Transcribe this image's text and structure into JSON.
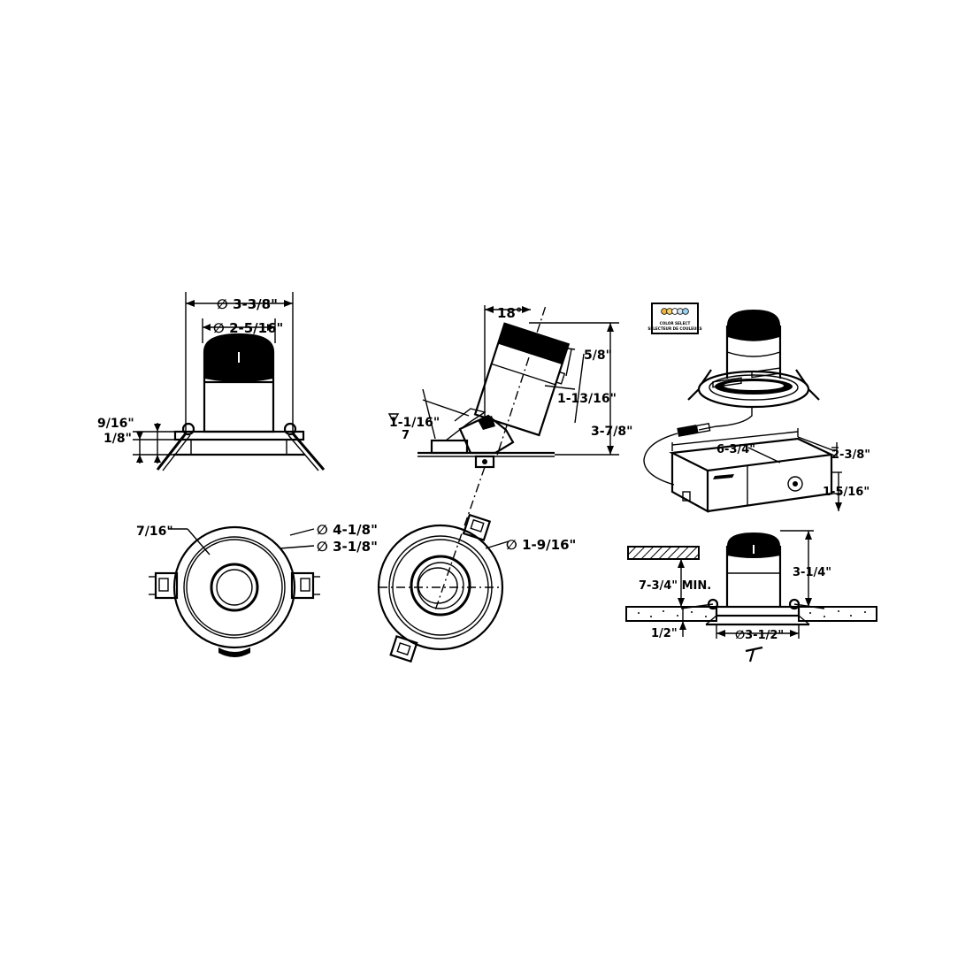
{
  "dimensions": {
    "front_outer_dia": "∅ 3-3/8\"",
    "front_inner_dia": "∅ 2-5/16\"",
    "front_h1": "9/16\"",
    "front_h2": "1/8\"",
    "tilt_angle": "18°",
    "tilt_5_8": "5/8\"",
    "tilt_1_13_16": "1-13/16\"",
    "tilt_3_7_8": "3-7/8\"",
    "tilt_1_1_16": "1-1/16\"",
    "top_7_16": "7/16\"",
    "top_4_1_8": "∅ 4-1/8\"",
    "top_3_1_8": "∅ 3-1/8\"",
    "top2_1_9_16": "∅ 1-9/16\"",
    "jbox_6_3_4": "6-3/4\"",
    "jbox_2_3_8": "2-3/8\"",
    "jbox_1_5_16": "1-5/16\"",
    "inst_3_1_4": "3-1/4\"",
    "inst_7_3_4": "7-3/4\" MIN.",
    "inst_1_2": "1/2\"",
    "inst_3_1_2": "∅3-1/2\""
  },
  "cct_label": {
    "line1": "COLOR SELECT",
    "line2": "SELECTEUR DE COULEURS",
    "swatches": [
      "#f0b43c",
      "#f5d06a",
      "#ffffff",
      "#cfe6f5",
      "#9bd0f0"
    ]
  }
}
